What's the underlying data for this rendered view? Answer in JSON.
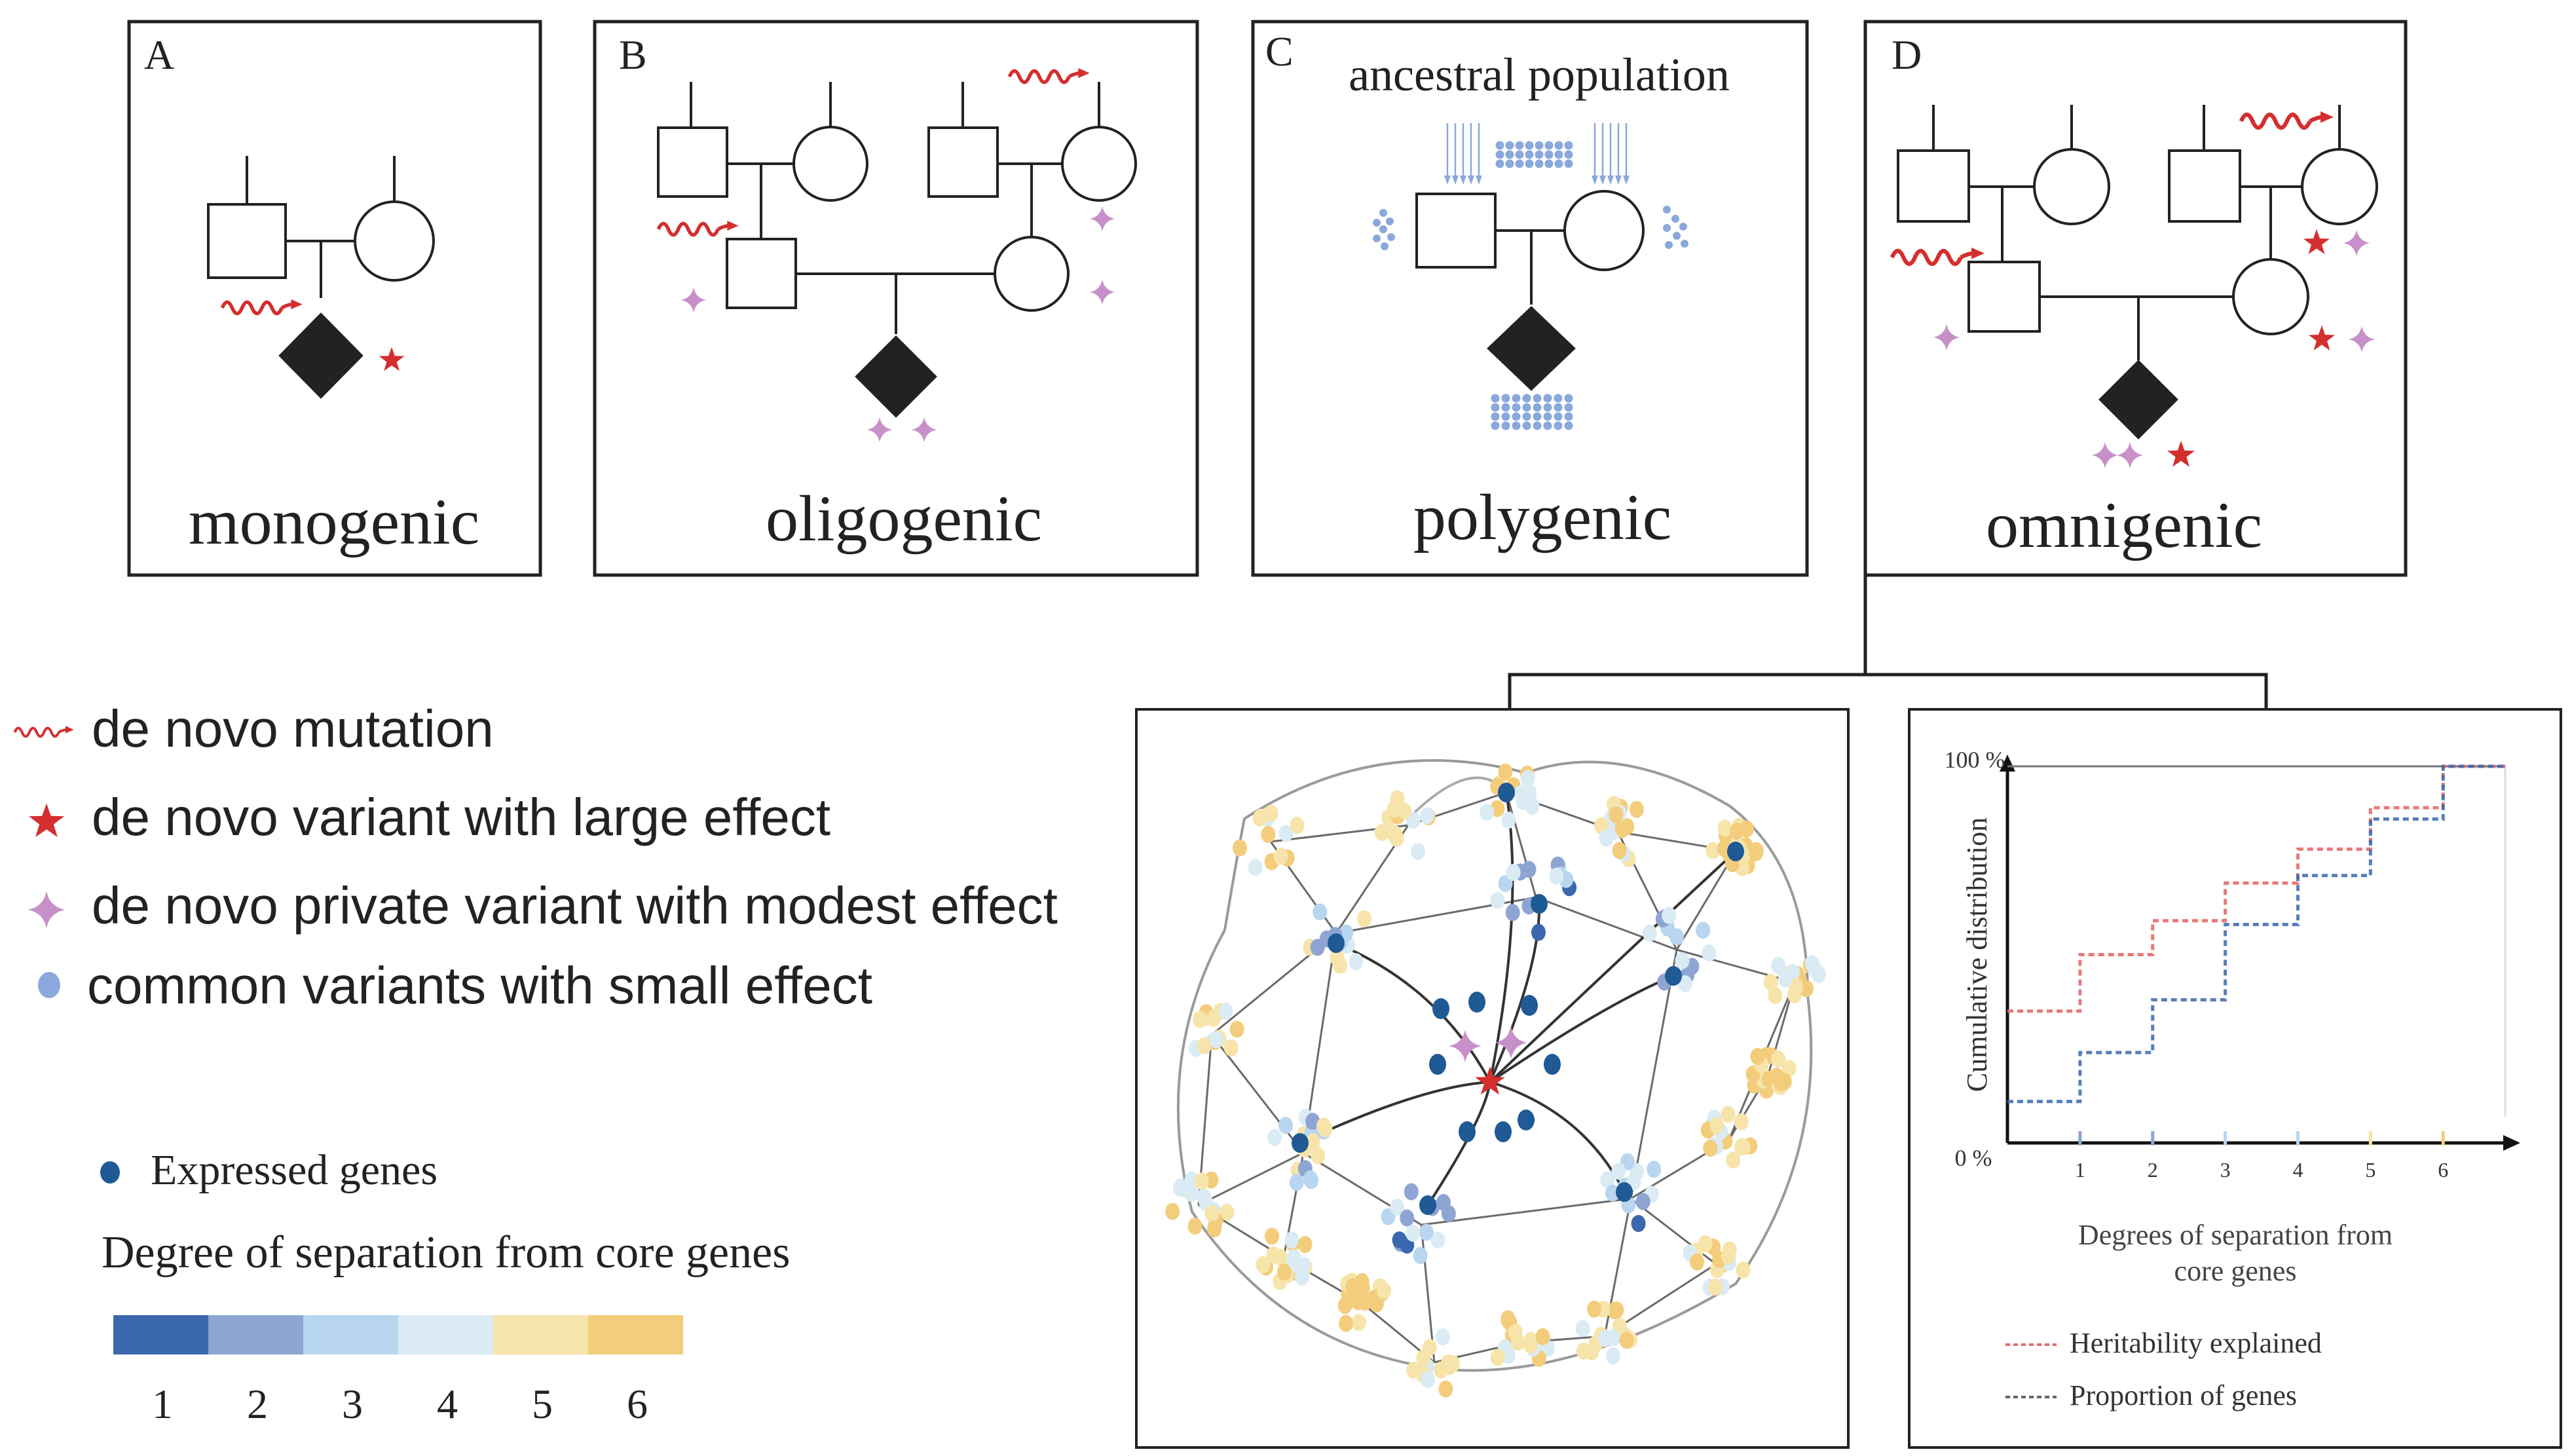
{
  "panels": {
    "a": {
      "letter": "A",
      "title": "monogenic"
    },
    "b": {
      "letter": "B",
      "title": "oligogenic"
    },
    "c": {
      "letter": "C",
      "title": "polygenic",
      "subtitle": "ancestral population"
    },
    "d": {
      "letter": "D",
      "title": "omnigenic"
    }
  },
  "legend": {
    "mutation": "de novo mutation",
    "large": "de novo variant with large effect",
    "modest": "de novo private variant with modest effect",
    "common": "common variants with small effect"
  },
  "network_legend": {
    "expressed": "Expressed genes",
    "degree_title": "Degree of separation from core genes",
    "scale": [
      {
        "label": "1",
        "color": "#3a67ae"
      },
      {
        "label": "2",
        "color": "#8ea5d3"
      },
      {
        "label": "3",
        "color": "#b8d6f0"
      },
      {
        "label": "4",
        "color": "#daebf4"
      },
      {
        "label": "5",
        "color": "#f6e4aa"
      },
      {
        "label": "6",
        "color": "#f3cd7c"
      }
    ]
  },
  "colors": {
    "red": "#d32f2f",
    "purple": "#c890c8",
    "common_blue": "#8aa8dc",
    "core_blue": "#1f5a94",
    "dark": "#222222"
  },
  "chart_data": {
    "type": "line",
    "title": "",
    "xlabel": "Degrees of separation from core genes",
    "ylabel": "Cumulative distribution",
    "ytick_labels": [
      "0 %",
      "100 %"
    ],
    "x_ticks": [
      "1",
      "2",
      "3",
      "4",
      "5",
      "6"
    ],
    "xlim": [
      0,
      6.9
    ],
    "ylim": [
      0,
      100
    ],
    "series": [
      {
        "name": "Heritability explained",
        "color": "#e66a6a",
        "x": [
          0,
          1,
          2,
          3,
          4,
          5,
          6
        ],
        "y": [
          35,
          50,
          59,
          69,
          78,
          89,
          100
        ]
      },
      {
        "name": "Proportion of genes",
        "color": "#3a67ae",
        "x": [
          0,
          1,
          2,
          3,
          4,
          5,
          6
        ],
        "y": [
          11,
          24,
          38,
          58,
          71,
          86,
          100
        ]
      }
    ]
  }
}
